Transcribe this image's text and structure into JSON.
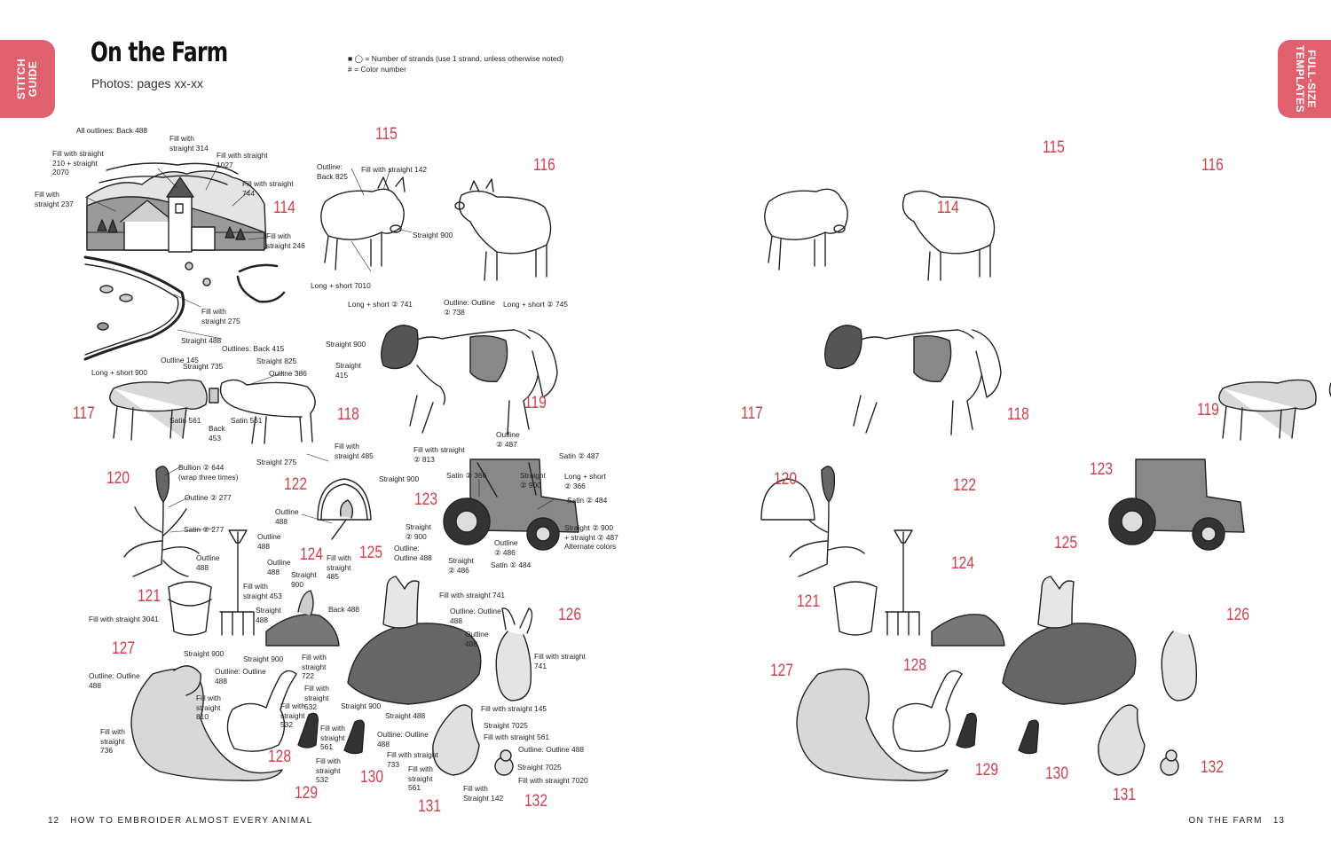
{
  "tabs": {
    "left": "STITCH\nGUIDE",
    "right": "FULL-SIZE\nTEMPLATES"
  },
  "header": {
    "title": "On the Farm",
    "subtitle": "Photos: pages xx-xx"
  },
  "legend": {
    "strands": "= Number of strands (use 1 strand, unless otherwise noted)",
    "color": "# = Color number"
  },
  "colors": {
    "accent": "#e0616d",
    "number_red": "#cf3f4c",
    "fill_gray": "#cfcfcf"
  },
  "left_numbers": [
    "114",
    "115",
    "116",
    "117",
    "118",
    "119",
    "120",
    "121",
    "122",
    "123",
    "124",
    "125",
    "126",
    "127",
    "128",
    "129",
    "130",
    "131",
    "132"
  ],
  "right_numbers": [
    "114",
    "115",
    "116",
    "117",
    "118",
    "119",
    "120",
    "121",
    "122",
    "123",
    "124",
    "125",
    "126",
    "127",
    "128",
    "129",
    "130",
    "131",
    "132"
  ],
  "notes": [
    "All outlines: Back 488",
    "Fill with\nstraight 314",
    "Fill with straight\n210 + straight\n2070",
    "Fill with straight\n1027",
    "Fill with\nstraight 237",
    "Fill with straight\n744",
    "Fill with\nstraight 246",
    "Fill with\nstraight 275",
    "Straight 488",
    "Outline:\nBack 825",
    "Fill with straight 142",
    "Straight 900",
    "Long + short 7010",
    "Long + short ② 741",
    "Outline: Outline\n② 738",
    "Long + short ② 745",
    "Straight 900",
    "Straight\n415",
    "Outlines: Back 415",
    "Straight 825",
    "Outline 386",
    "Outline 145",
    "Straight 735",
    "Long + short 900",
    "Satin 561",
    "Back\n453",
    "Satin 561",
    "Straight 275",
    "Fill with straight\n② 813",
    "Bullion ② 644\n(wrap three times)",
    "Outline ② 277",
    "Satin ② 277",
    "Fill with\nstraight 485",
    "Straight 900",
    "Outline\n488",
    "Outline\n② 487",
    "Satin ② 487",
    "Satin ② 366",
    "Straight\n② 900",
    "Long + short\n② 366",
    "Satin ② 484",
    "Outline\n488",
    "Outline\n488",
    "Straight\n② 900",
    "Outline:\nOutline 488",
    "Straight ② 900\n+ straight ② 487\nAlternate colors",
    "Outline\n② 486",
    "Straight\n② 486",
    "Satin ② 484",
    "Outline\n488",
    "Straight\n900",
    "Fill with\nstraight\n485",
    "Fill with\nstraight 453",
    "Straight\n488",
    "Back 488",
    "Fill with straight 3041",
    "Fill with straight 741",
    "Outline: Outline\n488",
    "Outline\n488",
    "Fill with straight\n741",
    "Straight 900",
    "Outline: Outline\n488",
    "Straight 900",
    "Outline: Outline\n488",
    "Fill with\nstraight\n722",
    "Fill with\nstraight\n810",
    "Fill with\nstraight\n532",
    "Fill with\nstraight\n532",
    "Fill with\nstraight\n736",
    "Straight 900",
    "Straight 488",
    "Fill with\nstraight\n561",
    "Outline: Outline\n488",
    "Fill with\nstraight\n532",
    "Fill with straight\n733",
    "Fill with straight 145",
    "Straight 7025",
    "Fill with straight 561",
    "Outline: Outline 488",
    "Fill with\nstraight\n561",
    "Straight 7025",
    "Fill with straight 7020",
    "Fill with\nStraight 142"
  ],
  "footer": {
    "left_page_number": "12",
    "left_text": "HOW TO EMBROIDER ALMOST EVERY ANIMAL",
    "right_text": "ON THE FARM",
    "right_page_number": "13"
  }
}
